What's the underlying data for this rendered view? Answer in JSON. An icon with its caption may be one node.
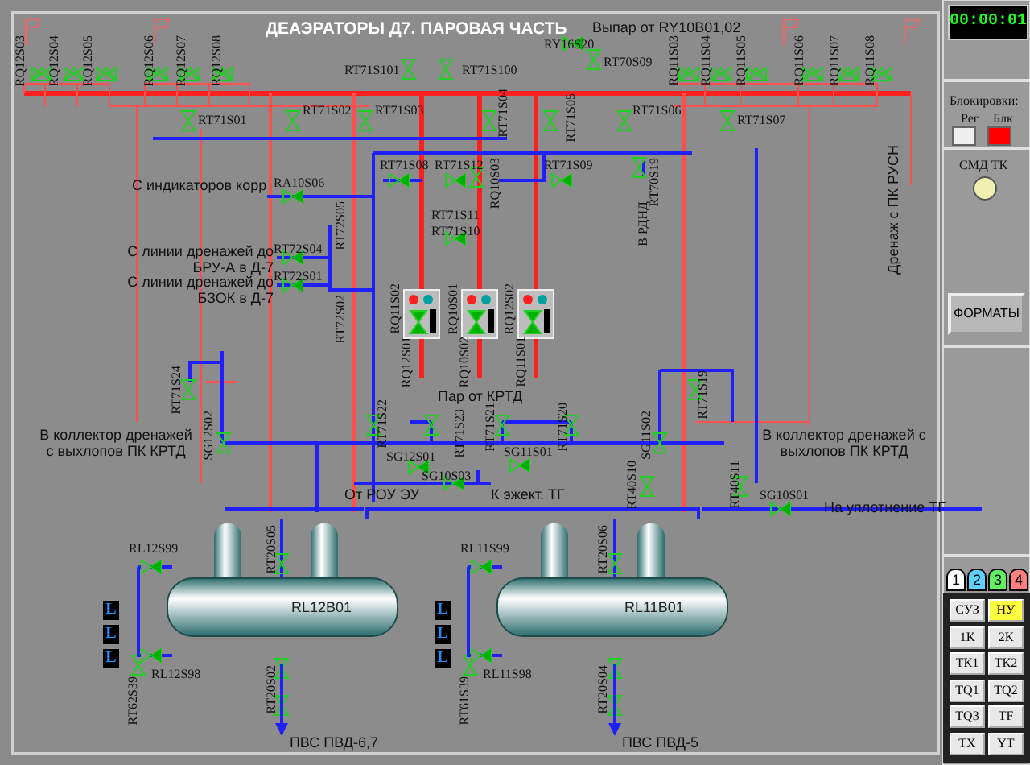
{
  "diagram": {
    "title": "ДЕАЭРАТОРЫ Д7. ПАРОВАЯ ЧАСТЬ",
    "nodes": [
      {
        "text": [
          "RL12B01"
        ]
      },
      {
        "text": [
          "RL11B01"
        ]
      },
      {
        "text": [
          "00:00:01"
        ]
      },
      {
        "text": [
          "ФОРМАТЫ"
        ]
      },
      {
        "text": [
          "1"
        ]
      },
      {
        "text": [
          "2"
        ]
      },
      {
        "text": [
          "3"
        ]
      },
      {
        "text": [
          "4"
        ]
      },
      {
        "text": [
          "СУЗ"
        ]
      },
      {
        "text": [
          "НУ"
        ]
      },
      {
        "text": [
          "1К"
        ]
      },
      {
        "text": [
          "2К"
        ]
      },
      {
        "text": [
          "ТК1"
        ]
      },
      {
        "text": [
          "ТК2"
        ]
      },
      {
        "text": [
          "TQ1"
        ]
      },
      {
        "text": [
          "TQ2"
        ]
      },
      {
        "text": [
          "TQ3"
        ]
      },
      {
        "text": [
          "TF"
        ]
      },
      {
        "text": [
          "TX"
        ]
      },
      {
        "text": [
          "YT"
        ]
      },
      {
        "text": [
          "ПВС ПВД-6,7"
        ]
      },
      {
        "text": [
          "ПВС ПВД-5"
        ]
      }
    ],
    "edges": [
      {
        "from": 0,
        "to": 1,
        "arrow": "none"
      },
      {
        "from": 0,
        "to": 20,
        "arrow": "to"
      },
      {
        "from": 1,
        "to": 21,
        "arrow": "to"
      }
    ],
    "labels": [
      "Выпар от RY10B01,02",
      "RY16S20",
      "RT70S09",
      "RQ12S03",
      "RQ12S04",
      "RQ12S05",
      "RQ12S06",
      "RQ12S07",
      "RQ12S08",
      "RT71S101",
      "RT71S100",
      "RT71S04",
      "RT71S05",
      "RQ11S03",
      "RQ11S04",
      "RQ11S05",
      "RQ11S06",
      "RQ11S07",
      "RQ11S08",
      "RT71S01",
      "RT71S02",
      "RT71S03",
      "RT71S06",
      "RT71S07",
      "Блокировки:",
      "Рег",
      "Блк",
      "RT71S08",
      "RT71S12",
      "RQ10S03",
      "RT71S09",
      "RT70S19",
      "СМД ТК",
      "С индикаторов корр",
      "RA10S06",
      "RT72S05",
      "RT71S11",
      "RT71S10",
      "В РДНД",
      "Дренаж с ПК РУСН",
      "С линии дренажей до БРУ-А в Д-7",
      "RT72S04",
      "С линии дренажей до БЗОК в Д-7",
      "RT72S01",
      "RT72S02",
      "RQ11S02",
      "RQ10S01",
      "RQ12S02",
      "RQ12S01",
      "RQ10S02",
      "RQ11S01",
      "Пар от КРТД",
      "RT71S24",
      "RT71S19",
      "SG12S02",
      "SG11S02",
      "В коллектор дренажей с выхлопов ПК КРТД",
      "В коллектор дренажей с выхлопов ПК КРТД",
      "RT71S22",
      "RT71S23",
      "RT71S21",
      "RT71S20",
      "SG12S01",
      "SG11S01",
      "SG10S03",
      "От РОУ ЭУ",
      "К эжект. ТГ",
      "RT40S10",
      "RT40S11",
      "SG10S01",
      "На уплотнение ТГ",
      "RL12S99",
      "RT20S05",
      "RL11S99",
      "RT20S06",
      "L",
      "L",
      "L",
      "L",
      "L",
      "L",
      "RL12S98",
      "RL11S98",
      "RT62S39",
      "RT20S02",
      "RT61S39",
      "RT20S04"
    ]
  }
}
